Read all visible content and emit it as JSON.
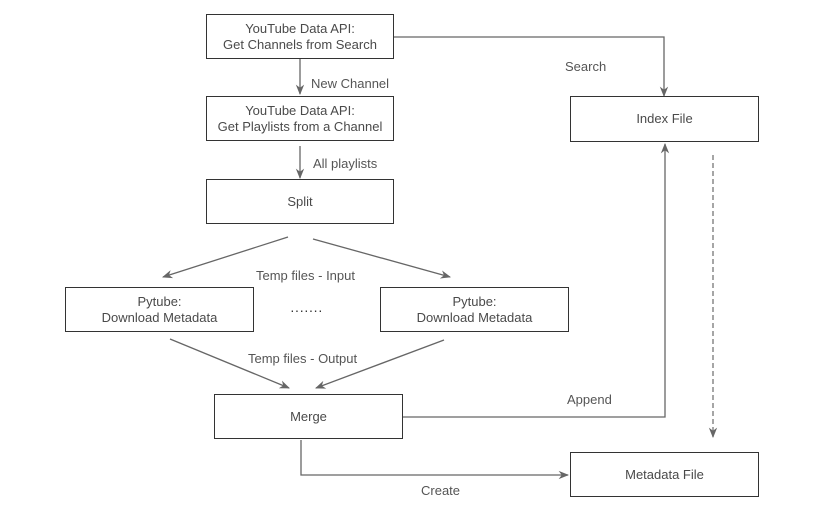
{
  "nodes": {
    "channels_search": {
      "line1": "YouTube Data API:",
      "line2": "Get Channels from Search"
    },
    "playlists_channel": {
      "line1": "YouTube Data API:",
      "line2": "Get Playlists from a Channel"
    },
    "split": {
      "label": "Split"
    },
    "pytube_left": {
      "line1": "Pytube:",
      "line2": "Download Metadata"
    },
    "pytube_right": {
      "line1": "Pytube:",
      "line2": "Download Metadata"
    },
    "ellipsis": "·······",
    "merge": {
      "label": "Merge"
    },
    "index_file": {
      "label": "Index File"
    },
    "metadata_file": {
      "label": "Metadata File"
    }
  },
  "edges": {
    "new_channel": "New Channel",
    "all_playlists": "All playlists",
    "temp_input": "Temp files - Input",
    "temp_output": "Temp files - Output",
    "search": "Search",
    "append": "Append",
    "create": "Create"
  },
  "colors": {
    "edge": "#666666",
    "border": "#333333",
    "text": "#4a4a4a"
  }
}
